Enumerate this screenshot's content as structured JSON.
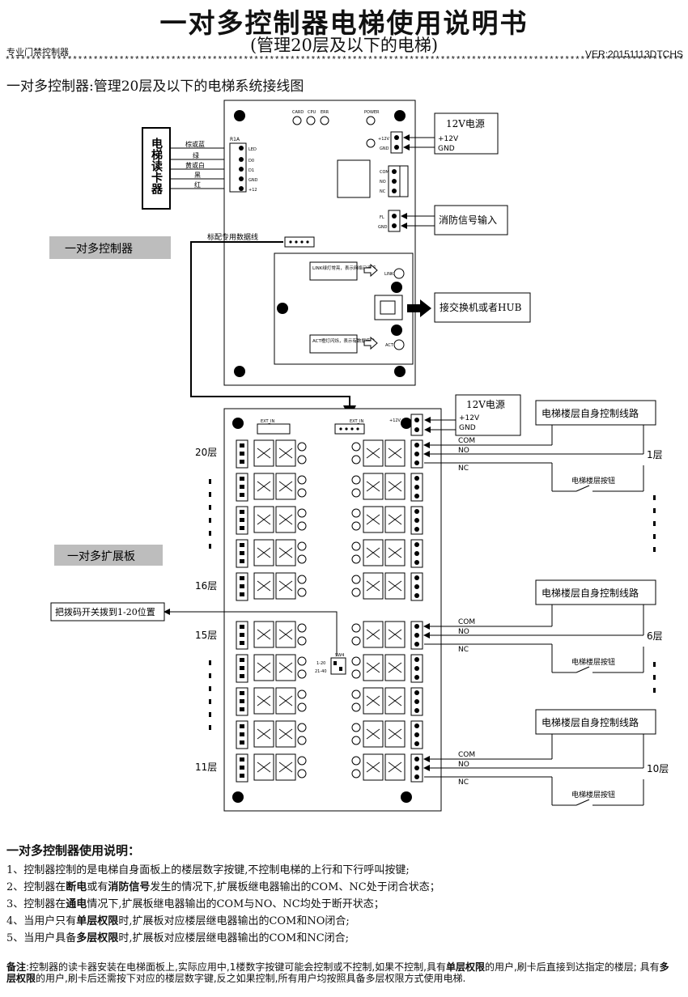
{
  "header": {
    "title": "一对多控制器电梯使用说明书",
    "subtitle": "(管理20层及以下的电梯)",
    "brand": "专业门禁控制器",
    "version": "VER:20151113DTCHS",
    "stars": "*****************************************************************************************************************************************************",
    "section_title": "一对多控制器:管理20层及以下的电梯系统接线图"
  },
  "diagram": {
    "reader_label": "电梯读卡器",
    "wire_colors": [
      "棕或蓝",
      "绿",
      "黄或白",
      "黑",
      "红"
    ],
    "reader_pins": [
      "LED",
      "D0",
      "D1",
      "GND",
      "+12"
    ],
    "reader_header": "R1A",
    "indicator_labels": [
      "CARD",
      "CPU",
      "ERR",
      "POWER"
    ],
    "power_box": {
      "title": "12V电源",
      "plus": "+12V",
      "gnd": "GND"
    },
    "fire_box": "消防信号输入",
    "fire_pins": [
      "FL",
      "GND"
    ],
    "relay_pins": [
      "COM",
      "NO",
      "NC"
    ],
    "controller_label": "一对多控制器",
    "data_cable_label": "标配专用数据线",
    "link_note": "LINK绿灯常亮，表示网络已连接",
    "act_note": "ACT橙灯闪烁，表示有数据传输",
    "link_pin": "LINK",
    "act_pin": "ACT",
    "switch_box": "接交换机或者HUB",
    "expansion_label": "一对多扩展板",
    "dip_box": "把拨码开关拨到1-20位置",
    "dip_labels": [
      "SW4",
      "1-20",
      "21-40"
    ],
    "floor_labels_left": [
      "20层",
      "16层",
      "15层",
      "11层"
    ],
    "floor_labels_right": [
      "1层",
      "6层",
      "10层"
    ],
    "ext_power": {
      "title": "12V电源",
      "plus": "+12V",
      "gnd": "GND"
    },
    "circuit_box": "电梯楼层自身控制线路",
    "button_label": "电梯楼层按钮",
    "ext_relay_labels": [
      "COM",
      "NO",
      "NC"
    ],
    "ext_pins_text": "EXT_IN",
    "plus12": "+12V",
    "gnd": "GND"
  },
  "notes": {
    "heading": "一对多控制器使用说明：",
    "items": [
      {
        "n": "1、",
        "a": "控制器控制的是电梯自身面板上的楼层数字按键,不控制电梯的上行和下行呼叫按键;",
        "b": "",
        "c": ""
      },
      {
        "n": "2、",
        "a": "控制器在",
        "b": "断电",
        "c": "或有",
        "d": "消防信号",
        "e": "发生的情况下,扩展板继电器输出的COM、NC处于闭合状态；"
      },
      {
        "n": "3、",
        "a": "控制器在",
        "b": "通电",
        "c": "情况下,扩展板继电器输出的COM与NO、NC均处于断开状态；"
      },
      {
        "n": "4、",
        "a": "当用户只有",
        "b": "单层权限",
        "c": "时,扩展板对应楼层继电器输出的COM和NO闭合;"
      },
      {
        "n": "5、",
        "a": "当用户具备",
        "b": "多层权限",
        "c": "时,扩展板对应楼层继电器输出的COM和NC闭合;"
      }
    ],
    "remark": {
      "label": "备注",
      "p1": ":控制器的读卡器安装在电梯面板上,实际应用中,1楼数字按键可能会控制或不控制,如果不控制,具有",
      "p2": "单层权限",
      "p3": "的用户,刷卡后直接到达指定的楼层;  具有",
      "p4": "多层权限",
      "p5": "的用户,刷卡后还需按下对应的楼层数字键,反之如果控制,所有用户均按照具备多层权限方式使用电梯."
    }
  }
}
